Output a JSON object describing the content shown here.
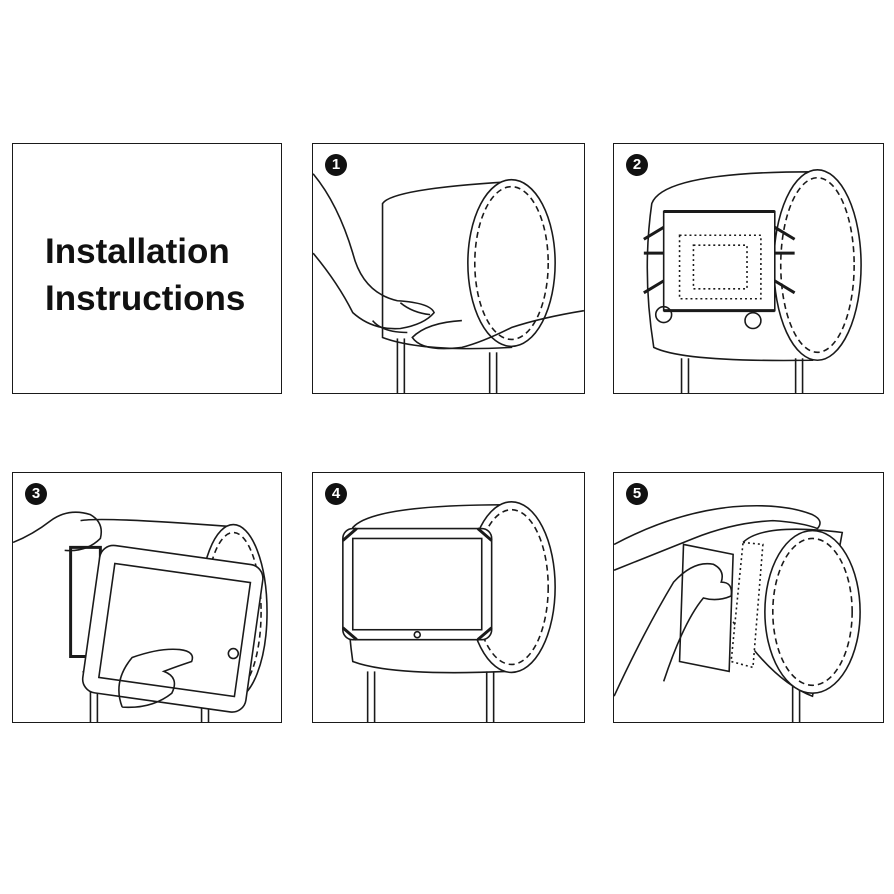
{
  "title": {
    "line1": "Installation",
    "line2": "Instructions"
  },
  "steps": [
    {
      "number": "1",
      "icon": "hands-removing-headrest-icon"
    },
    {
      "number": "2",
      "icon": "holder-on-headrest-icon"
    },
    {
      "number": "3",
      "icon": "inserting-tablet-icon"
    },
    {
      "number": "4",
      "icon": "tablet-mounted-icon"
    },
    {
      "number": "5",
      "icon": "adjusting-straps-icon"
    }
  ],
  "colors": {
    "line": "#1a1a1a",
    "background": "#ffffff",
    "badge": "#111111"
  }
}
